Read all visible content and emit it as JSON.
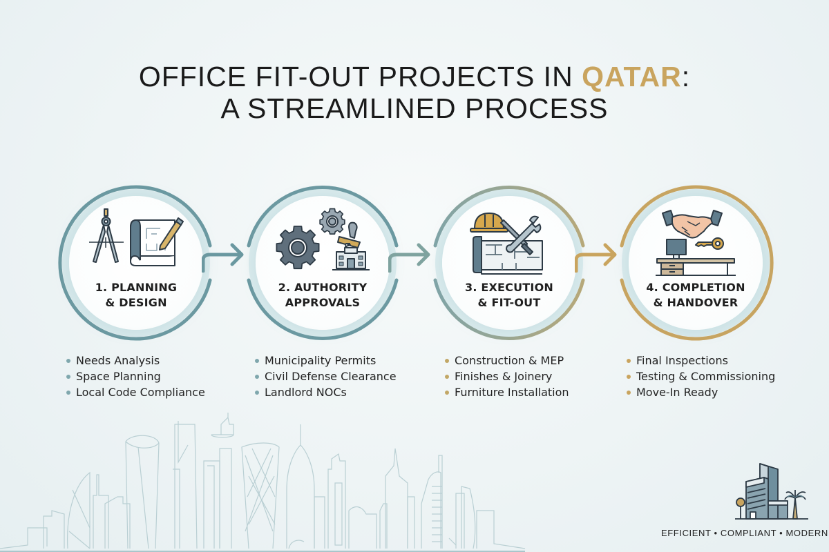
{
  "header": {
    "title_part1": "OFFICE FIT-OUT PROJECTS IN ",
    "title_accent": "QATAR",
    "title_part2": ":",
    "title_line2": "A STREAMLINED PROCESS"
  },
  "colors": {
    "teal": "#6a98a0",
    "teal_dark": "#5b8790",
    "gold": "#c9a45e",
    "ring_glow": "#c2dee2",
    "text": "#1f1f1f",
    "skyline": "#b9cfd3"
  },
  "steps": [
    {
      "number": "1.",
      "label_line1": "1. PLANNING",
      "label_line2": "& DESIGN",
      "icon": "compass-blueprint-pencil-icon",
      "ring_color": "#6a98a0",
      "bullet_color": "#7fa7ad",
      "bullets": [
        "Needs Analysis",
        "Space Planning",
        "Local Code Compliance"
      ]
    },
    {
      "number": "2.",
      "label_line1": "2. AUTHORITY",
      "label_line2": "APPROVALS",
      "icon": "gears-stamp-government-building-icon",
      "ring_color": "#6a98a0",
      "bullet_color": "#7fa7ad",
      "bullets": [
        "Municipality Permits",
        "Civil Defense Clearance",
        "Landlord NOCs"
      ]
    },
    {
      "number": "3.",
      "label_line1": "3. EXECUTION",
      "label_line2": "& FIT-OUT",
      "icon": "hardhat-wrench-screwdriver-floorplan-icon",
      "ring_color": "#9aa88c",
      "bullet_color": "#c2a766",
      "bullets": [
        "Construction & MEP",
        "Finishes & Joinery",
        "Furniture Installation"
      ]
    },
    {
      "number": "4.",
      "label_line1": "4. COMPLETION",
      "label_line2": "& HANDOVER",
      "icon": "handshake-key-desk-icon",
      "ring_color": "#c9a45e",
      "bullet_color": "#c9a45e",
      "bullets": [
        "Final Inspections",
        "Testing & Commissioning",
        "Move-In Ready"
      ]
    }
  ],
  "footer": {
    "tagline": "EFFICIENT • COMPLIANT • MODERN",
    "logo_icon": "office-building-palm-tree-icon"
  }
}
